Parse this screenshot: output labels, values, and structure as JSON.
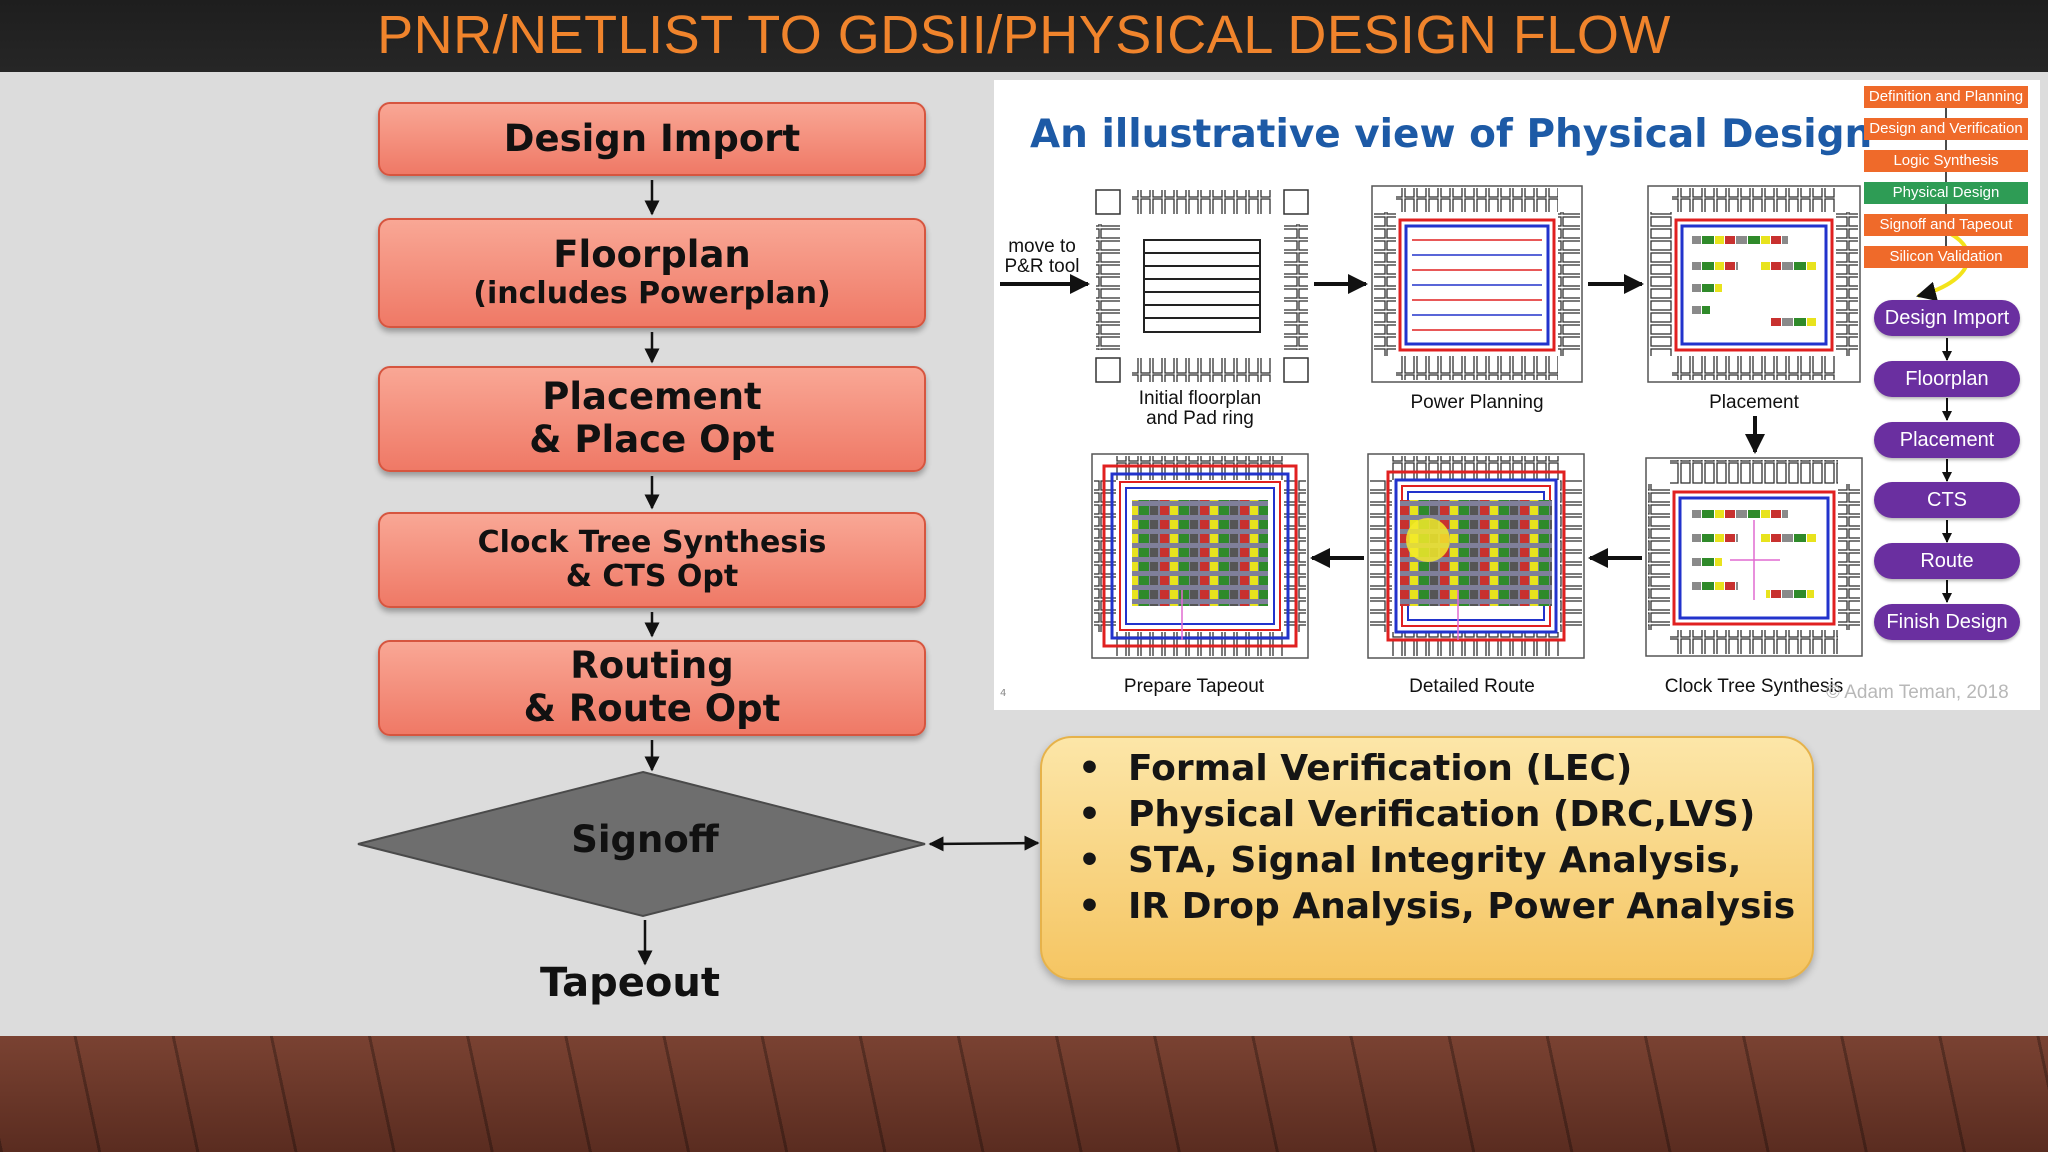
{
  "title": "PNR/NETLIST TO GDSII/PHYSICAL DESIGN FLOW",
  "flow": [
    {
      "lines": [
        "Design Import"
      ]
    },
    {
      "lines": [
        "Floorplan",
        "(includes Powerplan)"
      ]
    },
    {
      "lines": [
        "Placement",
        "& Place Opt"
      ]
    },
    {
      "lines": [
        "Clock Tree Synthesis",
        "& CTS Opt"
      ]
    },
    {
      "lines": [
        "Routing",
        "& Route Opt"
      ]
    }
  ],
  "signoff": "Signoff",
  "tapeout": "Tapeout",
  "checks": [
    "Formal Verification (LEC)",
    "Physical Verification (DRC,LVS)",
    "STA, Signal Integrity Analysis,",
    "IR Drop Analysis, Power Analysis"
  ],
  "illustration": {
    "title": "An illustrative view of Physical Design",
    "move_label": [
      "move to",
      "P&R tool"
    ],
    "stages": [
      {
        "lines": [
          "Initial floorplan",
          "and Pad ring"
        ]
      },
      {
        "lines": [
          "Power Planning"
        ]
      },
      {
        "lines": [
          "Placement"
        ]
      },
      {
        "lines": [
          "Clock Tree Synthesis"
        ]
      },
      {
        "lines": [
          "Detailed Route"
        ]
      },
      {
        "lines": [
          "Prepare Tapeout"
        ]
      }
    ],
    "side_steps": [
      "Definition and Planning",
      "Design and Verification",
      "Logic Synthesis",
      "Physical Design",
      "Signoff and Tapeout",
      "Silicon Validation"
    ],
    "active_step": "Physical Design",
    "pills": [
      "Design Import",
      "Floorplan",
      "Placement",
      "CTS",
      "Route",
      "Finish Design"
    ],
    "copyright": "© Adam Teman, 2018",
    "page_number": "4"
  },
  "colors": {
    "title": "#f0842c",
    "flow_box": "#f38c78",
    "signoff": "#6e6e6e",
    "checks_box": "#f8d27e",
    "illus_title": "#1d5aa6",
    "pill": "#6a2fa0",
    "side_step": "#ef6a2a",
    "side_step_active": "#2e9c55"
  }
}
